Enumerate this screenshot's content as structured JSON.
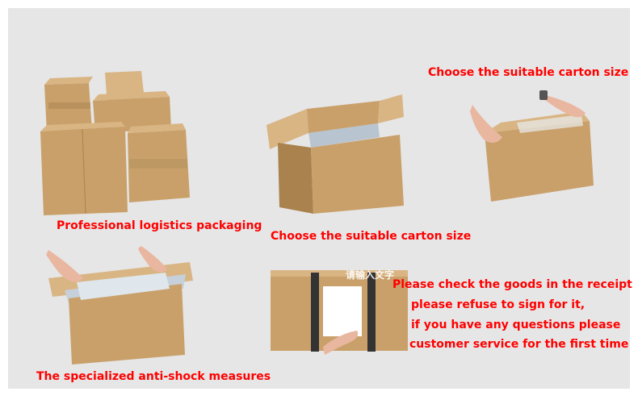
{
  "captions": {
    "top_left": "Professional logistics packaging",
    "top_middle": "Choose the suitable carton size",
    "top_right": "Choose the suitable carton size",
    "bottom_left": "The specialized anti-shock measures",
    "bottom_right": {
      "line1": "Please check the goods in the receipt",
      "line2": "please refuse to sign for it,",
      "line3": "if you have any questions please",
      "line4": "customer service for the first time"
    }
  },
  "watermark": "请输入文字",
  "colors": {
    "caption": "#ff0000",
    "panel": "#e6e6e6",
    "carton": "#c9a06a",
    "carton_dark": "#a9824e",
    "carton_light": "#d9b584",
    "skin": "#e9b6a0"
  }
}
